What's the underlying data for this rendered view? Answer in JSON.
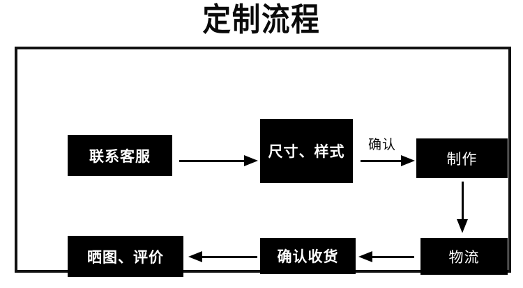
{
  "page": {
    "title": "定制流程",
    "background_color": "#ffffff",
    "frame_color": "#111111",
    "node_fill": "#000000",
    "node_text_color": "#ffffff"
  },
  "diagram": {
    "type": "flowchart",
    "nodes": [
      {
        "id": "contact",
        "label": "联系客服",
        "step": 1
      },
      {
        "id": "spec",
        "label": "尺寸、样式",
        "step": 2
      },
      {
        "id": "produce",
        "label": "制作",
        "step": 3
      },
      {
        "id": "logistics",
        "label": "物流",
        "step": 4
      },
      {
        "id": "receive",
        "label": "确认收货",
        "step": 5
      },
      {
        "id": "review",
        "label": "晒图、评价",
        "step": 6
      }
    ],
    "edges": [
      {
        "from": "contact",
        "to": "spec",
        "label": "",
        "direction": "right"
      },
      {
        "from": "spec",
        "to": "produce",
        "label": "确认",
        "direction": "right"
      },
      {
        "from": "produce",
        "to": "logistics",
        "label": "",
        "direction": "down"
      },
      {
        "from": "logistics",
        "to": "receive",
        "label": "",
        "direction": "left"
      },
      {
        "from": "receive",
        "to": "review",
        "label": "",
        "direction": "left"
      }
    ]
  }
}
